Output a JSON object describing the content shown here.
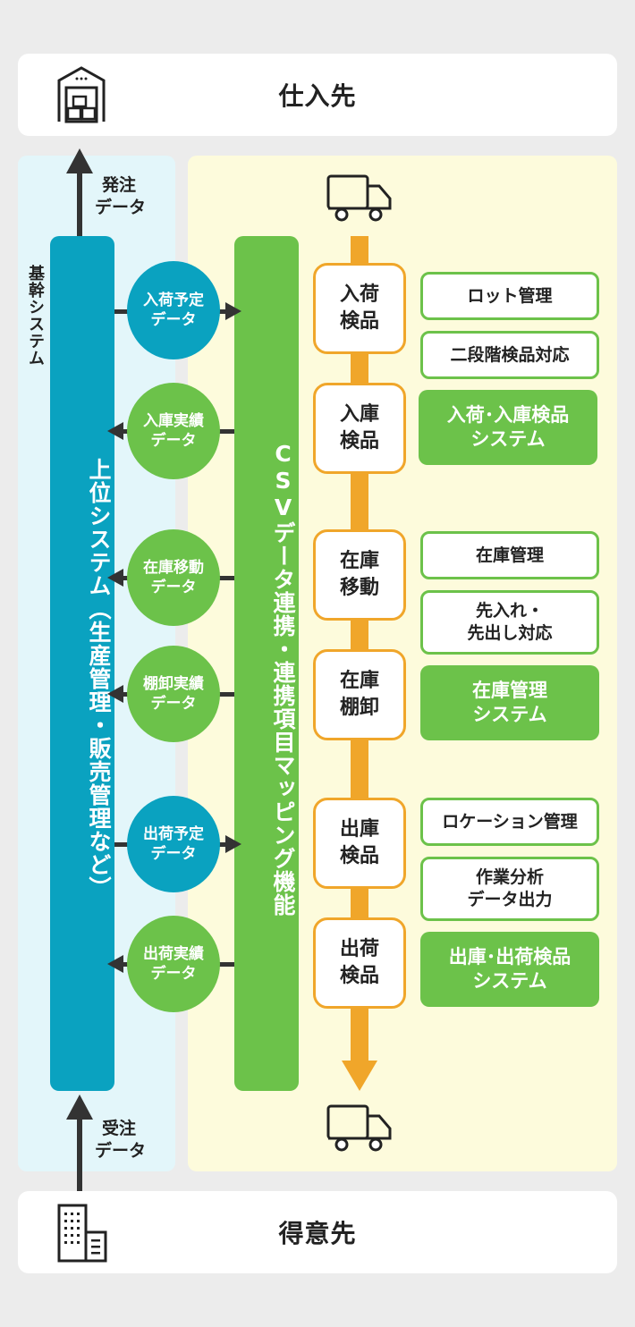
{
  "supplier": {
    "label": "仕入先"
  },
  "customer": {
    "label": "得意先"
  },
  "order_data": {
    "line1": "発注",
    "line2": "データ"
  },
  "receive_order_data": {
    "line1": "受注",
    "line2": "データ"
  },
  "core_label": "基幹システム",
  "upper_system": "上位システム（生産管理・販売管理など）",
  "csv_function": "CSVデータ連携・連携項目マッピング機能",
  "data_circles": [
    {
      "line1": "入荷予定",
      "line2": "データ"
    },
    {
      "line1": "入庫実績",
      "line2": "データ"
    },
    {
      "line1": "在庫移動",
      "line2": "データ"
    },
    {
      "line1": "棚卸実績",
      "line2": "データ"
    },
    {
      "line1": "出荷予定",
      "line2": "データ"
    },
    {
      "line1": "出荷実績",
      "line2": "データ"
    }
  ],
  "steps": [
    {
      "line1": "入荷",
      "line2": "検品"
    },
    {
      "line1": "入庫",
      "line2": "検品"
    },
    {
      "line1": "在庫",
      "line2": "移動"
    },
    {
      "line1": "在庫",
      "line2": "棚卸"
    },
    {
      "line1": "出庫",
      "line2": "検品"
    },
    {
      "line1": "出荷",
      "line2": "検品"
    }
  ],
  "features": {
    "lot": "ロット管理",
    "two_stage": "二段階検品対応",
    "stock": "在庫管理",
    "fifo": {
      "line1": "先入れ・",
      "line2": "先出し対応"
    },
    "location": "ロケーション管理",
    "analysis": {
      "line1": "作業分析",
      "line2": "データ出力"
    }
  },
  "systems": {
    "inbound": {
      "line1": "入荷･入庫検品",
      "line2": "システム"
    },
    "stock": {
      "line1": "在庫管理",
      "line2": "システム"
    },
    "outbound": {
      "line1": "出庫･出荷検品",
      "line2": "システム"
    }
  },
  "colors": {
    "blue": "#0aa2c0",
    "green": "#6cc24a",
    "orange": "#f0a62a",
    "dark": "#333333",
    "left_panel": "#e3f6fa",
    "right_panel": "#fdfbdc"
  },
  "icons": [
    "warehouse-icon",
    "truck-icon",
    "building-icon",
    "arrow-icon"
  ]
}
